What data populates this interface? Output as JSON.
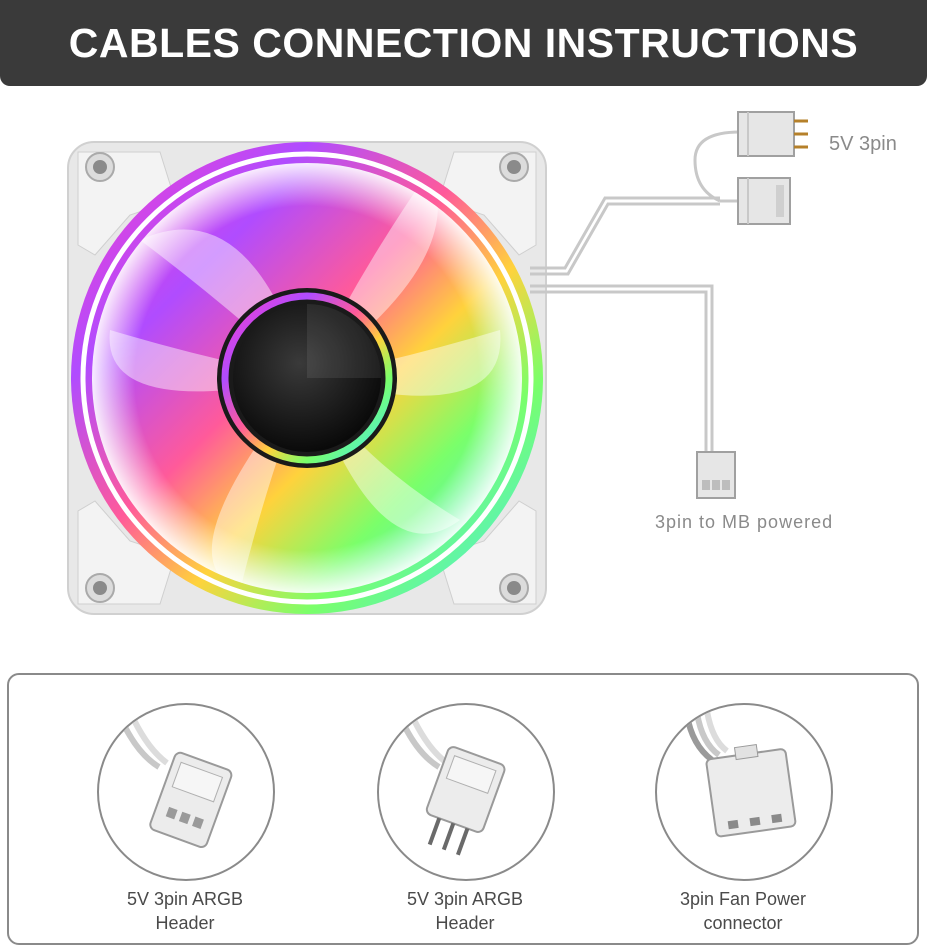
{
  "header": {
    "title": "CABLES CONNECTION INSTRUCTIONS"
  },
  "labels": {
    "connector_5v": "5V 3pin",
    "connector_mb": "3pin to MB powered"
  },
  "connectors": [
    {
      "line1": "5V 3pin ARGB",
      "line2": "Header",
      "icon": "argb-female-header-icon"
    },
    {
      "line1": "5V 3pin ARGB",
      "line2": "Header",
      "icon": "argb-male-header-icon"
    },
    {
      "line1": "3pin Fan Power",
      "line2": "connector",
      "icon": "fan-power-connector-icon"
    }
  ],
  "colors": {
    "banner": "#3a3a3a",
    "frame": "#e6e6e6",
    "cable": "#c8c8c8",
    "label_grey": "#8a8a8a"
  }
}
